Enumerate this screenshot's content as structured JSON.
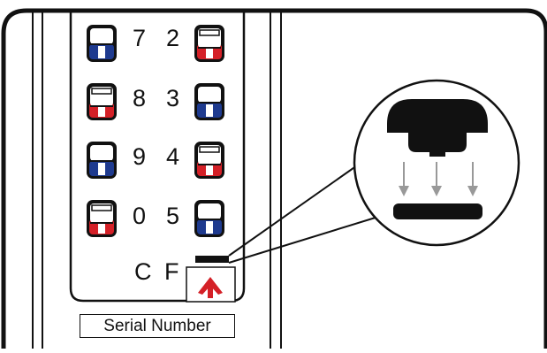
{
  "keypad": {
    "rows": [
      {
        "left_digit": "7",
        "right_digit": "2",
        "left_switch": "up",
        "right_switch": "down"
      },
      {
        "left_digit": "8",
        "right_digit": "3",
        "left_switch": "down",
        "right_switch": "up"
      },
      {
        "left_digit": "9",
        "right_digit": "4",
        "left_switch": "up",
        "right_switch": "down"
      },
      {
        "left_digit": "0",
        "right_digit": "5",
        "left_switch": "down",
        "right_switch": "up"
      }
    ],
    "c_label": "C",
    "f_label": "F"
  },
  "serial_label": "Serial Number",
  "icons": {
    "up_arrow": "up-arrow-icon",
    "button_top": "button-cap-icon",
    "press_arrows": "down-arrow-icon"
  },
  "colors": {
    "outline": "#111111",
    "red": "#d42027",
    "blue": "#1e3a8f",
    "arrow_red": "#d42027",
    "gray_arrow": "#999999"
  }
}
